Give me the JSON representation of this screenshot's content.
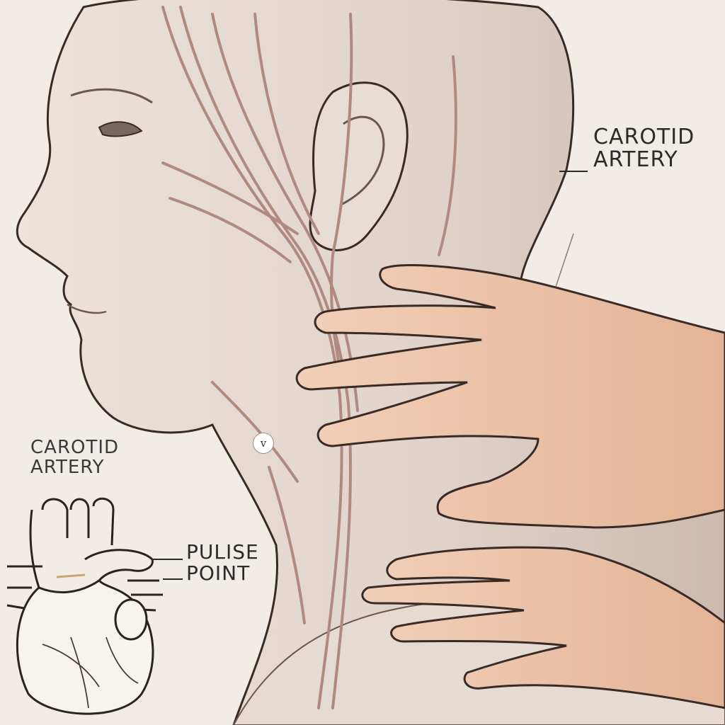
{
  "labels": {
    "carotid_right": {
      "line1": "CAROTID",
      "line2": "ARTERY"
    },
    "carotid_left": {
      "line1": "CAROTID",
      "line2": "ARTERY"
    },
    "pulse_point": {
      "line1": "PULISE",
      "line2": "POINT"
    }
  },
  "marker": {
    "text": "v"
  },
  "colors": {
    "background": "#f1ede6",
    "skin": "#e4d7cd",
    "hand_skin": "#ecc3a8",
    "outline": "#3a2a26",
    "vessel": "#b08a80"
  }
}
